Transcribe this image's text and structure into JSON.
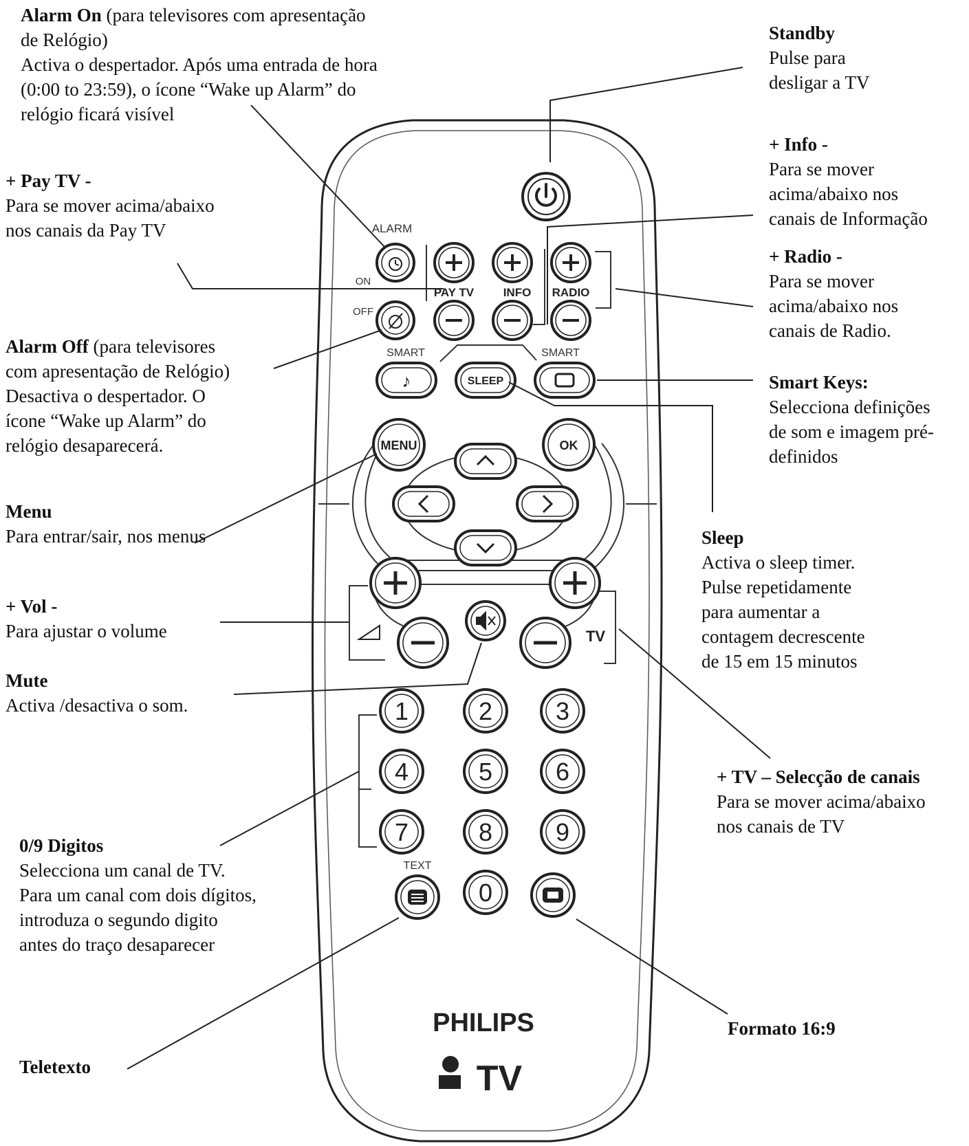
{
  "annotations": {
    "alarm_on": {
      "title": "Alarm On",
      "title_suffix": " (para televisores com apresentação\nde Relógio)",
      "desc": "Activa o despertador. Após uma entrada de hora\n(0:00 to 23:59), o ícone “Wake up Alarm” do\nrelógio ficará visível"
    },
    "standby": {
      "title": "Standby",
      "desc": "Pulse para\ndesligar a TV"
    },
    "info": {
      "title": "+ Info -",
      "desc": "Para se mover\nacima/abaixo nos\ncanais de Informação"
    },
    "pay_tv": {
      "title": "+ Pay TV -",
      "desc": "Para se mover acima/abaixo\nnos canais da Pay TV"
    },
    "radio": {
      "title": "+ Radio -",
      "desc": "Para se mover\nacima/abaixo nos\ncanais de Radio."
    },
    "alarm_off": {
      "title": "Alarm Off",
      "title_suffix": " (para televisores\ncom apresentação de Relógio)",
      "desc": "Desactiva o despertador. O\nícone “Wake up Alarm” do\nrelógio desaparecerá."
    },
    "smart_keys": {
      "title": "Smart Keys:",
      "desc": "Selecciona definições\nde som e imagem pré-\ndefinidos"
    },
    "menu": {
      "title": "Menu",
      "desc": "Para entrar/sair, nos menus"
    },
    "sleep": {
      "title": "Sleep",
      "desc": "Activa o sleep timer.\nPulse repetidamente\npara aumentar a\ncontagem decrescente\nde 15 em 15 minutos"
    },
    "vol": {
      "title": "+ Vol -",
      "desc": "Para ajustar o volume"
    },
    "mute": {
      "title": "Mute",
      "desc": "Activa /desactiva o som."
    },
    "tv": {
      "title": "+ TV – Selecção de canais",
      "desc": "Para se mover acima/abaixo\nnos canais de TV"
    },
    "digits": {
      "title": "0/9 Digitos",
      "desc": "Selecciona um canal de TV.\nPara um canal com dois dígitos,\nintroduza o segundo digito\nantes do traço desaparecer"
    },
    "format": {
      "title": "Formato 16:9",
      "desc": ""
    },
    "teletext": {
      "title": "Teletexto",
      "desc": ""
    }
  },
  "remote": {
    "labels": {
      "alarm": "ALARM",
      "on": "ON",
      "off": "OFF",
      "pay_tv": "PAY TV",
      "info": "INFO",
      "radio": "RADIO",
      "smart_left": "SMART",
      "smart_right": "SMART",
      "sleep": "SLEEP",
      "menu": "MENU",
      "ok": "OK",
      "tv": "TV",
      "text": "TEXT"
    },
    "digits": [
      "1",
      "2",
      "3",
      "4",
      "5",
      "6",
      "7",
      "8",
      "9",
      "0"
    ],
    "brand": "PHILIPS",
    "brand_sub": "TV"
  }
}
